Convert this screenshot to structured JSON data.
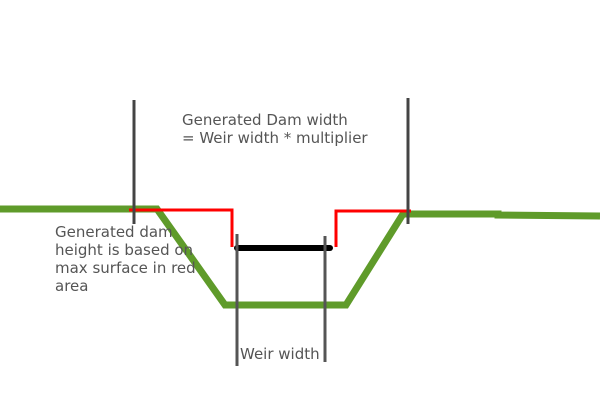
{
  "colors": {
    "terrain": "#5f9b2a",
    "red_area": "#ff0000",
    "weir": "#000000",
    "marker": "#444444",
    "text": "#555555",
    "background": "#ffffff"
  },
  "labels": {
    "dam_width_line1": "Generated Dam width",
    "dam_width_line2": "= Weir width * multiplier",
    "dam_height_line1": "Generated dam",
    "dam_height_line2": "height is based on",
    "dam_height_line3": "max surface in red",
    "dam_height_line4": "area",
    "weir_width": "Weir width"
  }
}
